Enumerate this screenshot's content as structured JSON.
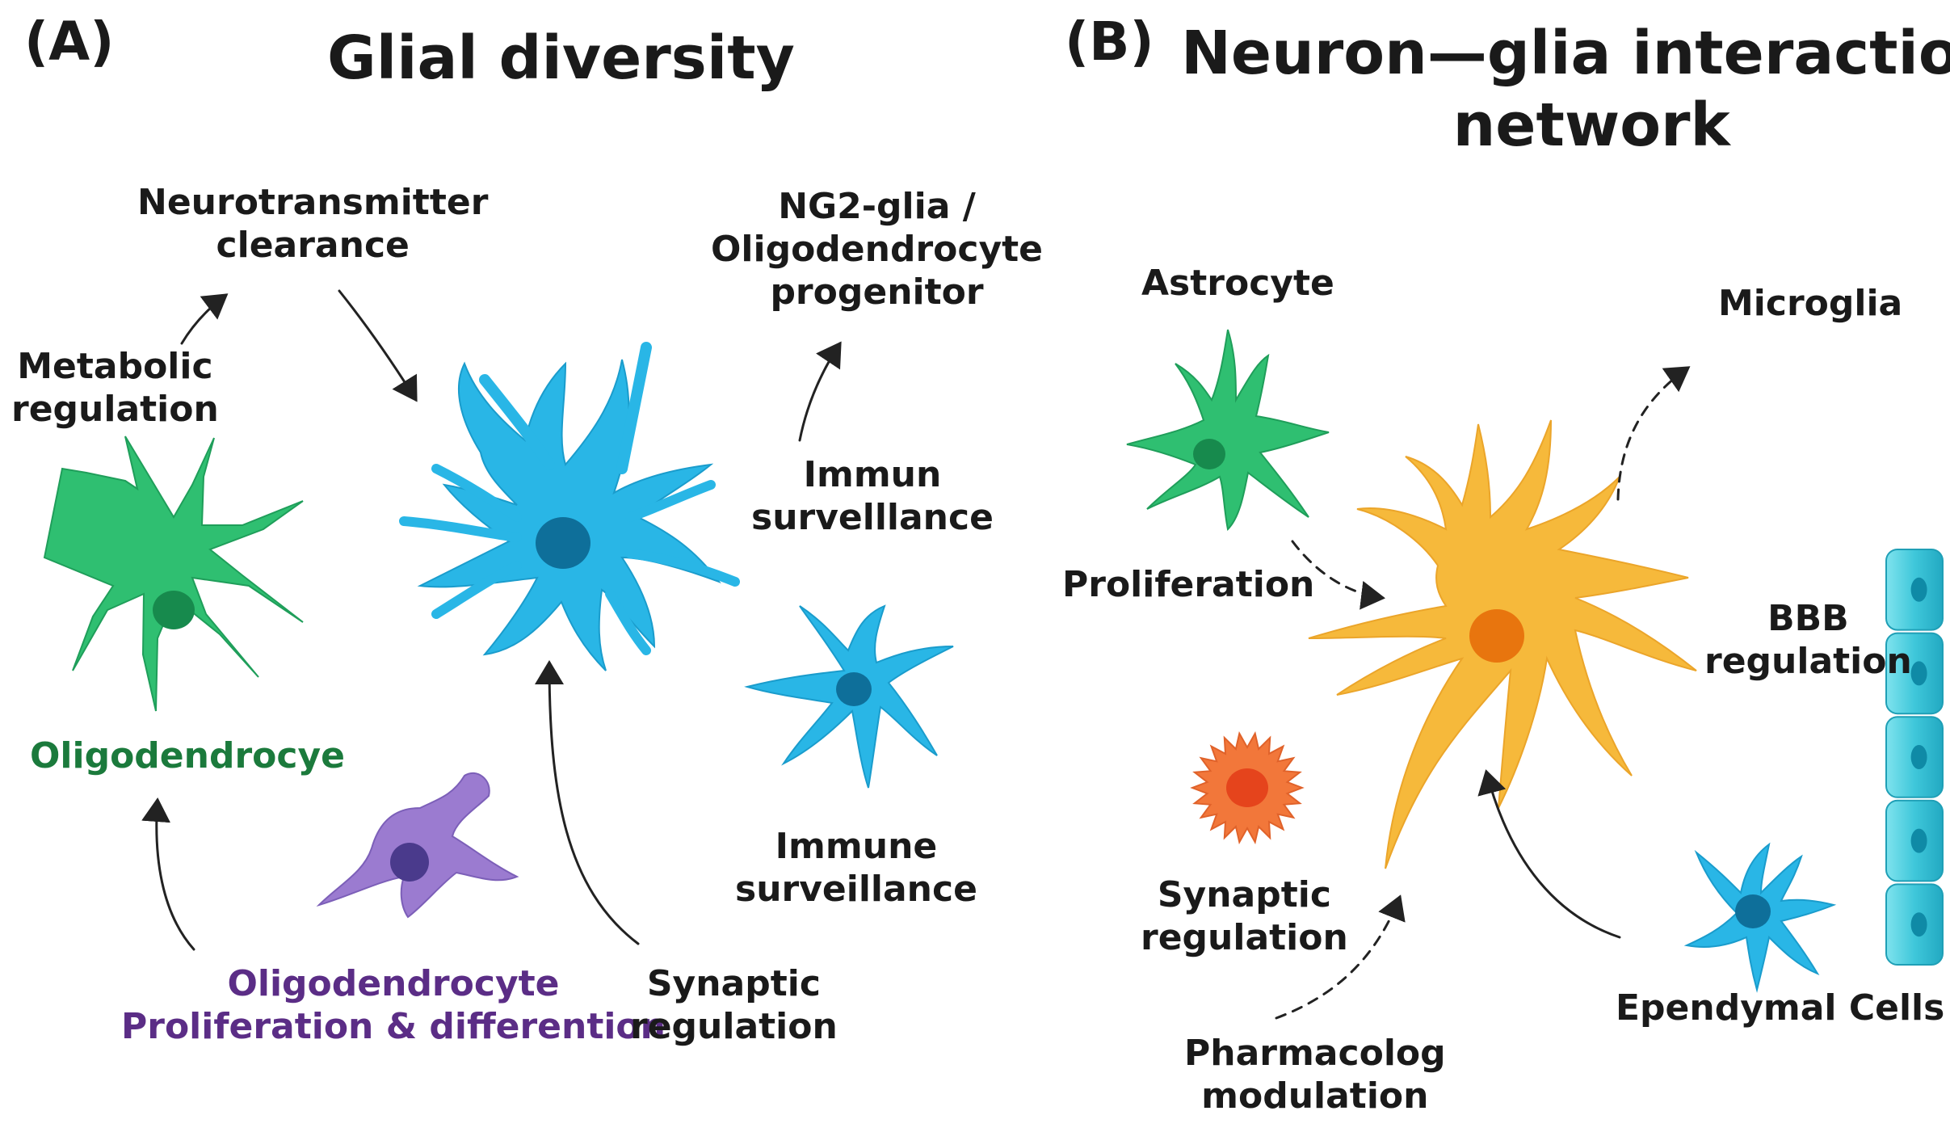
{
  "panel_a": {
    "tag": "(A)",
    "title": "Glial diversity",
    "labels": {
      "neurotransmitter_clearance": [
        "Neurotransmitter",
        "clearance"
      ],
      "metabolic_regulation": [
        "Metabolic",
        "regulation"
      ],
      "ng2_glia": [
        "NG2-glia /",
        "Oligodendrocyte",
        "progenitor"
      ],
      "immun_surveillance": [
        "Immun",
        "survelllance"
      ],
      "immune_surveillance": [
        "Immune",
        "surveillance"
      ],
      "oligodendrocye": "Oligodendrocye",
      "oligodendrocyte_prolif": [
        "Oligodendrocyte",
        "Proliferation & differention"
      ],
      "synaptic_regulation": [
        "Synaptic",
        "regulation"
      ]
    }
  },
  "panel_b": {
    "tag": "(B)",
    "title": [
      "Neuron—glia interaction",
      "network"
    ],
    "labels": {
      "astrocyte": "Astrocyte",
      "microglia": "Microglia",
      "proliferation": "Proliferation",
      "bbb_regulation": [
        "BBB",
        "regulation"
      ],
      "synaptic_regulation": [
        "Synaptic",
        "regulation"
      ],
      "pharmacological_modulation": [
        "Pharmacolog",
        "modulation"
      ],
      "ependymal_cells": "Ependymal Cells"
    }
  },
  "colors": {
    "green": "#2fbf71",
    "green_dark": "#178a4d",
    "blue": "#29b6e6",
    "blue_dark": "#0e6f9a",
    "purple": "#9b7bd0",
    "purple_dark": "#4a3a8c",
    "orange": "#f6b93b",
    "orange_dark": "#e8750e",
    "red_orange": "#f2773a",
    "label_green": "#1b7a3c",
    "label_purple": "#5b2d86"
  }
}
